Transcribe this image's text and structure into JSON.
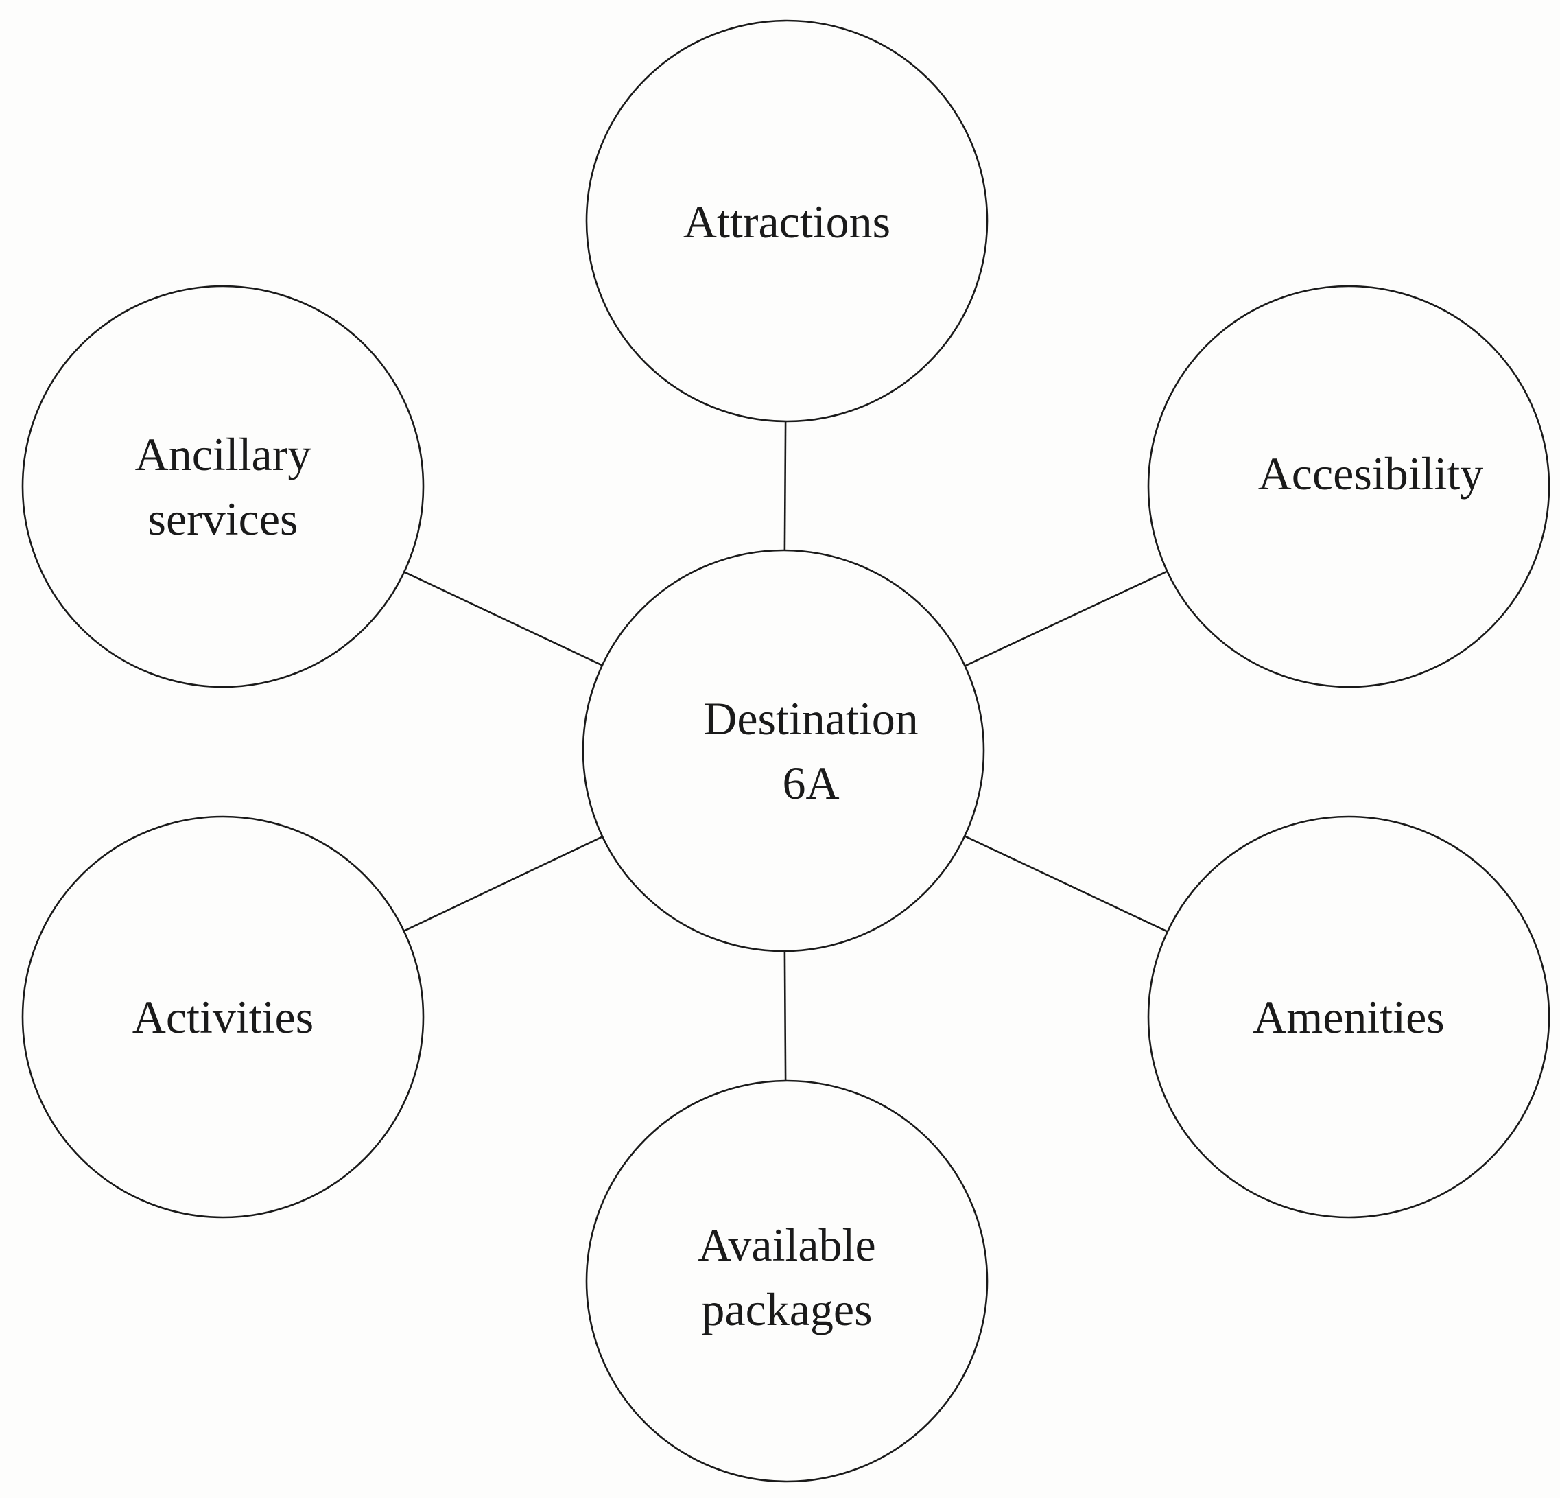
{
  "diagram": {
    "center": {
      "lines": [
        "Destination",
        "6A"
      ]
    },
    "nodes": [
      {
        "id": "attractions",
        "lines": [
          "Attractions"
        ]
      },
      {
        "id": "accesibility",
        "lines": [
          "Accesibility"
        ]
      },
      {
        "id": "amenities",
        "lines": [
          "Amenities"
        ]
      },
      {
        "id": "available-packages",
        "lines": [
          "Available",
          "packages"
        ]
      },
      {
        "id": "activities",
        "lines": [
          "Activities"
        ]
      },
      {
        "id": "ancillary-services",
        "lines": [
          "Ancillary",
          "services"
        ]
      }
    ]
  }
}
